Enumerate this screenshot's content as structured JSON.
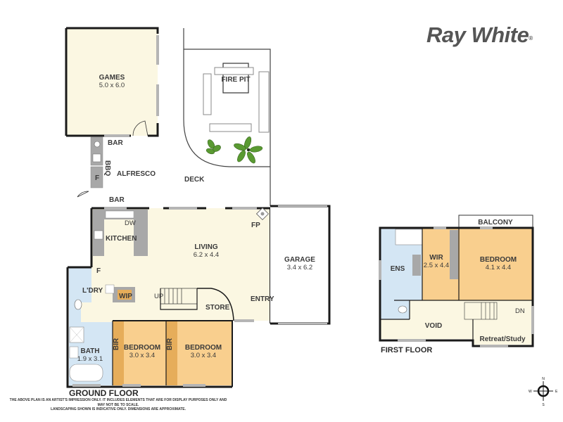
{
  "brand": {
    "logo_text": "Ray White",
    "trademark": "®",
    "logo_color": "#555555"
  },
  "colors": {
    "living_fill": "#fbf7e2",
    "bedroom_fill": "#f9cf8e",
    "wet_fill": "#d4e6f4",
    "bir_fill": "#e6ad5a",
    "wall": "#1a1a1a",
    "bench": "#a8a8a8",
    "window": "#b5b5b5",
    "plant": "#5a9a32"
  },
  "ground_floor": {
    "title": "GROUND FLOOR",
    "rooms": [
      {
        "name": "GAMES",
        "dims": "5.0 x 6.0"
      },
      {
        "name": "FIRE PIT"
      },
      {
        "name": "BAR"
      },
      {
        "name": "BBQ"
      },
      {
        "name": "F"
      },
      {
        "name": "ALFRESCO"
      },
      {
        "name": "DECK"
      },
      {
        "name": "BAR"
      },
      {
        "name": "DW"
      },
      {
        "name": "KITCHEN"
      },
      {
        "name": "LIVING",
        "dims": "6.2 x 4.4"
      },
      {
        "name": "FP"
      },
      {
        "name": "F"
      },
      {
        "name": "L'DRY"
      },
      {
        "name": "WIP"
      },
      {
        "name": "UP"
      },
      {
        "name": "STORE"
      },
      {
        "name": "ENTRY"
      },
      {
        "name": "GARAGE",
        "dims": "3.4 x 6.2"
      },
      {
        "name": "BATH",
        "dims": "1.9 x 3.1"
      },
      {
        "name": "BIR"
      },
      {
        "name": "BEDROOM",
        "dims": "3.0 x 3.4"
      },
      {
        "name": "BIR"
      },
      {
        "name": "BEDROOM",
        "dims": "3.0 x 3.4"
      }
    ]
  },
  "first_floor": {
    "title": "FIRST FLOOR",
    "rooms": [
      {
        "name": "BALCONY"
      },
      {
        "name": "ENS"
      },
      {
        "name": "WIR",
        "dims": "2.5 x 4.4"
      },
      {
        "name": "BEDROOM",
        "dims": "4.1 x 4.4"
      },
      {
        "name": "DN"
      },
      {
        "name": "VOID"
      },
      {
        "name": "Retreat/Study"
      }
    ]
  },
  "disclaimer": {
    "line1": "THE ABOVE PLAN IS AN ARTIST'S IMPRESSION ONLY. IT INCLUDES ELEMENTS THAT ARE FOR DISPLAY PURPOSES ONLY AND MAY NOT BE TO SCALE.",
    "line2": "LANDSCAPING SHOWN IS INDICATIVE ONLY. DIMENSIONS ARE APPROXIMATE."
  },
  "compass": {
    "n": "N",
    "s": "S",
    "e": "E",
    "w": "W"
  }
}
